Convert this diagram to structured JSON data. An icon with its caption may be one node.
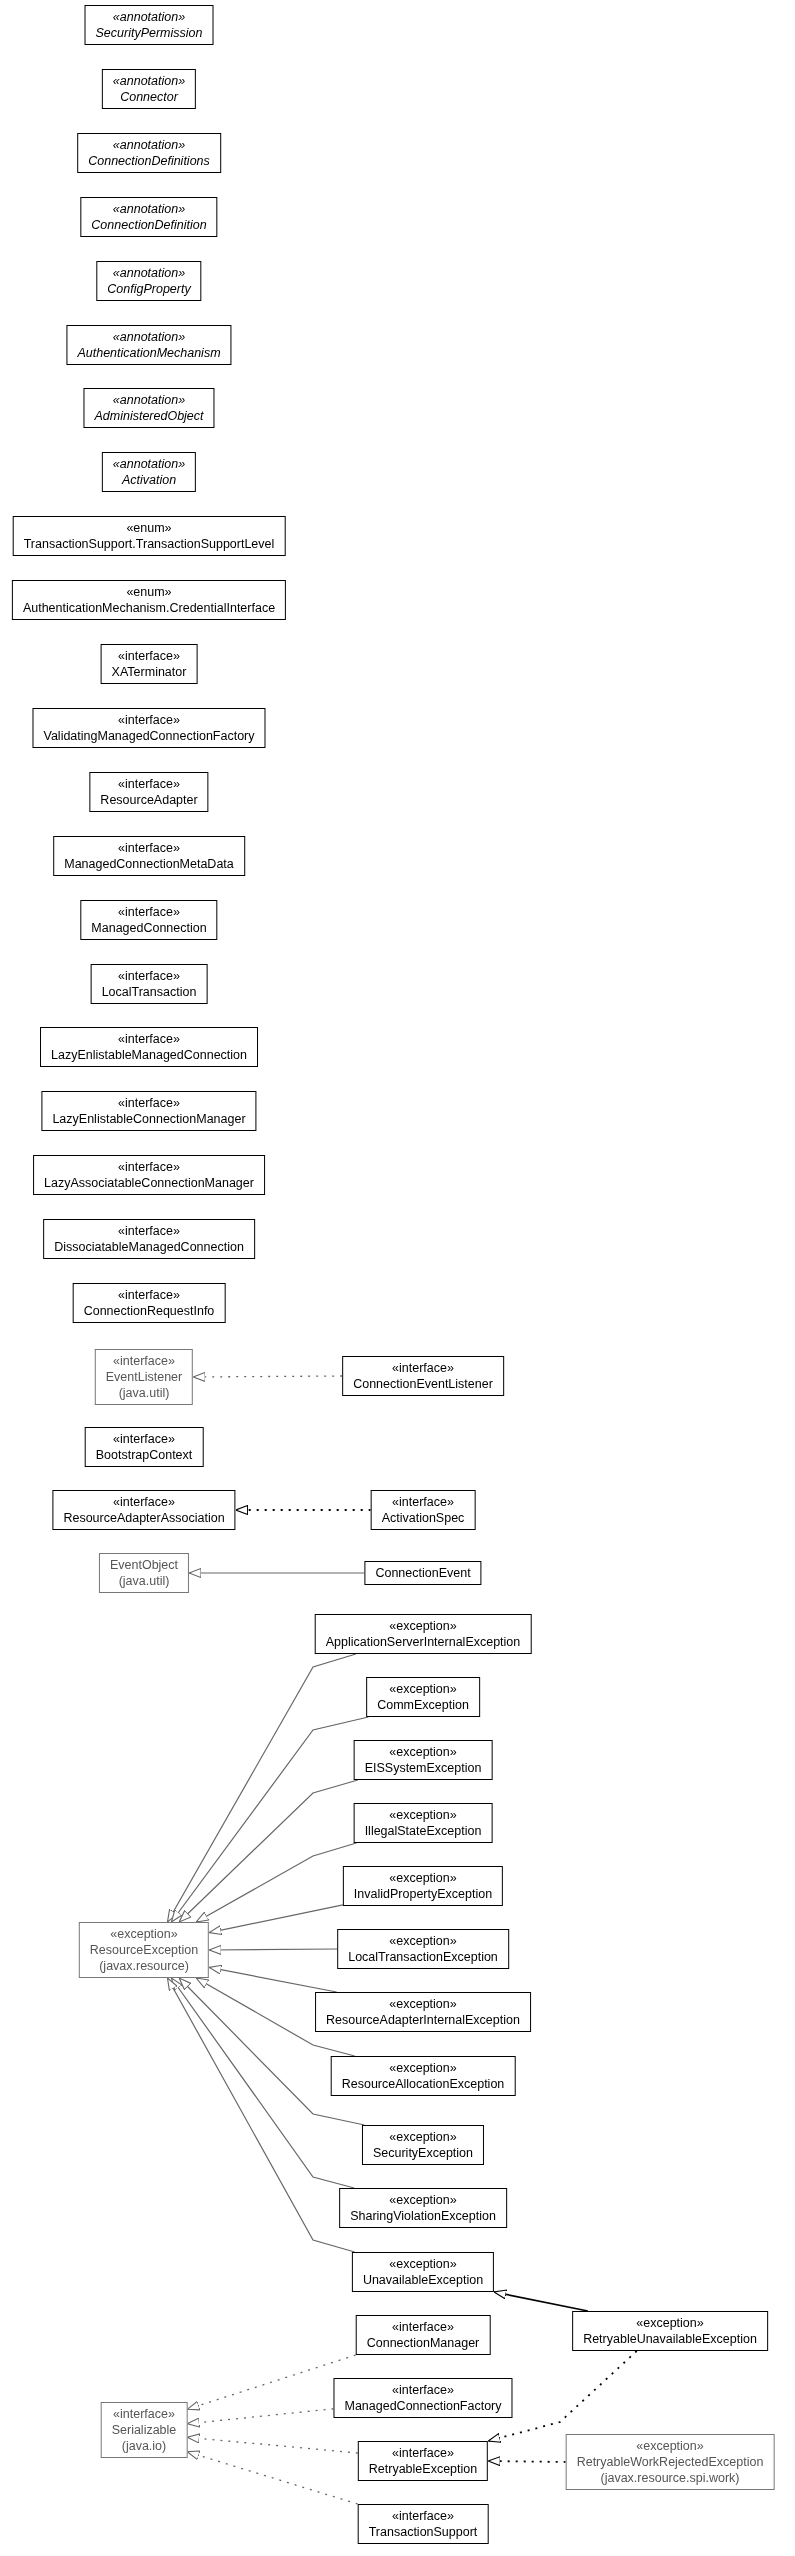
{
  "diagram": {
    "nodes": [
      {
        "text": [
          "«annotation»",
          "SecurityPermission"
        ]
      },
      {
        "text": [
          "«annotation»",
          "Connector"
        ]
      },
      {
        "text": [
          "«annotation»",
          "ConnectionDefinitions"
        ]
      },
      {
        "text": [
          "«annotation»",
          "ConnectionDefinition"
        ]
      },
      {
        "text": [
          "«annotation»",
          "ConfigProperty"
        ]
      },
      {
        "text": [
          "«annotation»",
          "AuthenticationMechanism"
        ]
      },
      {
        "text": [
          "«annotation»",
          "AdministeredObject"
        ]
      },
      {
        "text": [
          "«annotation»",
          "Activation"
        ]
      },
      {
        "text": [
          "«enum»",
          "TransactionSupport.TransactionSupportLevel"
        ]
      },
      {
        "text": [
          "«enum»",
          "AuthenticationMechanism.CredentialInterface"
        ]
      },
      {
        "text": [
          "«interface»",
          "XATerminator"
        ]
      },
      {
        "text": [
          "«interface»",
          "ValidatingManagedConnectionFactory"
        ]
      },
      {
        "text": [
          "«interface»",
          "ResourceAdapter"
        ]
      },
      {
        "text": [
          "«interface»",
          "ManagedConnectionMetaData"
        ]
      },
      {
        "text": [
          "«interface»",
          "ManagedConnection"
        ]
      },
      {
        "text": [
          "«interface»",
          "LocalTransaction"
        ]
      },
      {
        "text": [
          "«interface»",
          "LazyEnlistableManagedConnection"
        ]
      },
      {
        "text": [
          "«interface»",
          "LazyEnlistableConnectionManager"
        ]
      },
      {
        "text": [
          "«interface»",
          "LazyAssociatableConnectionManager"
        ]
      },
      {
        "text": [
          "«interface»",
          "DissociatableManagedConnection"
        ]
      },
      {
        "text": [
          "«interface»",
          "ConnectionRequestInfo"
        ]
      },
      {
        "text": [
          "«interface»",
          "EventListener",
          "(java.util)"
        ]
      },
      {
        "text": [
          "«interface»",
          "ConnectionEventListener"
        ]
      },
      {
        "text": [
          "«interface»",
          "BootstrapContext"
        ]
      },
      {
        "text": [
          "«interface»",
          "ResourceAdapterAssociation"
        ]
      },
      {
        "text": [
          "«interface»",
          "ActivationSpec"
        ]
      },
      {
        "text": [
          "EventObject",
          "(java.util)"
        ]
      },
      {
        "text": [
          "ConnectionEvent"
        ]
      },
      {
        "text": [
          "«exception»",
          "ApplicationServerInternalException"
        ]
      },
      {
        "text": [
          "«exception»",
          "CommException"
        ]
      },
      {
        "text": [
          "«exception»",
          "EISSystemException"
        ]
      },
      {
        "text": [
          "«exception»",
          "IllegalStateException"
        ]
      },
      {
        "text": [
          "«exception»",
          "InvalidPropertyException"
        ]
      },
      {
        "text": [
          "«exception»",
          "ResourceException",
          "(javax.resource)"
        ]
      },
      {
        "text": [
          "«exception»",
          "LocalTransactionException"
        ]
      },
      {
        "text": [
          "«exception»",
          "ResourceAdapterInternalException"
        ]
      },
      {
        "text": [
          "«exception»",
          "ResourceAllocationException"
        ]
      },
      {
        "text": [
          "«exception»",
          "SecurityException"
        ]
      },
      {
        "text": [
          "«exception»",
          "SharingViolationException"
        ]
      },
      {
        "text": [
          "«exception»",
          "UnavailableException"
        ]
      },
      {
        "text": [
          "«exception»",
          "RetryableUnavailableException"
        ]
      },
      {
        "text": [
          "«interface»",
          "ConnectionManager"
        ]
      },
      {
        "text": [
          "«interface»",
          "Serializable",
          "(java.io)"
        ]
      },
      {
        "text": [
          "«interface»",
          "ManagedConnectionFactory"
        ]
      },
      {
        "text": [
          "«interface»",
          "RetryableException"
        ]
      },
      {
        "text": [
          "«exception»",
          "RetryableWorkRejectedException",
          "(javax.resource.spi.work)"
        ]
      },
      {
        "text": [
          "«interface»",
          "TransactionSupport"
        ]
      }
    ],
    "edges": [
      {
        "from": 22,
        "to": 21,
        "arrow": "to",
        "style": "dashed"
      },
      {
        "from": 25,
        "to": 24,
        "arrow": "to",
        "style": "dashed",
        "color": "#000000"
      },
      {
        "from": 27,
        "to": 26,
        "arrow": "to"
      },
      {
        "from": 28,
        "to": 33,
        "arrow": "to"
      },
      {
        "from": 29,
        "to": 33,
        "arrow": "to"
      },
      {
        "from": 30,
        "to": 33,
        "arrow": "to"
      },
      {
        "from": 31,
        "to": 33,
        "arrow": "to"
      },
      {
        "from": 32,
        "to": 33,
        "arrow": "to"
      },
      {
        "from": 34,
        "to": 33,
        "arrow": "to"
      },
      {
        "from": 35,
        "to": 33,
        "arrow": "to"
      },
      {
        "from": 36,
        "to": 33,
        "arrow": "to"
      },
      {
        "from": 37,
        "to": 33,
        "arrow": "to"
      },
      {
        "from": 38,
        "to": 33,
        "arrow": "to"
      },
      {
        "from": 39,
        "to": 33,
        "arrow": "to"
      },
      {
        "from": 40,
        "to": 39,
        "arrow": "to",
        "color": "#000000"
      },
      {
        "from": 40,
        "to": 44,
        "arrow": "to",
        "style": "dashed",
        "color": "#000000"
      },
      {
        "from": 41,
        "to": 42,
        "arrow": "to",
        "style": "dashed"
      },
      {
        "from": 43,
        "to": 42,
        "arrow": "to",
        "style": "dashed"
      },
      {
        "from": 44,
        "to": 42,
        "arrow": "to",
        "style": "dashed"
      },
      {
        "from": 45,
        "to": 44,
        "arrow": "to",
        "style": "dashed",
        "color": "#000000"
      },
      {
        "from": 46,
        "to": 42,
        "arrow": "to",
        "style": "dashed"
      }
    ]
  }
}
